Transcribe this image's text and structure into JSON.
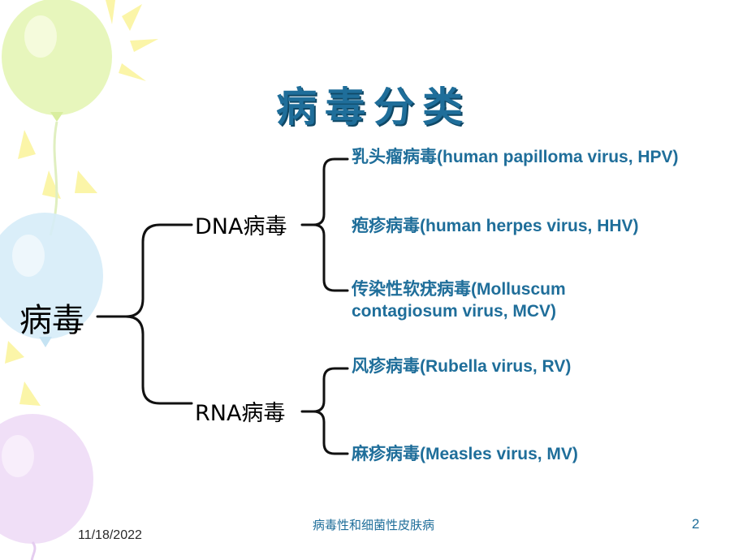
{
  "title": "病毒分类",
  "root": "病毒",
  "branches": [
    {
      "label": "DNA病毒",
      "leaves": [
        [
          "乳头瘤病毒(human papilloma virus, HPV)"
        ],
        [
          "疱疹病毒(human herpes virus, HHV)"
        ],
        [
          "传染性软疣病毒(Molluscum",
          "contagiosum virus, MCV)"
        ]
      ]
    },
    {
      "label": "RNA病毒",
      "leaves": [
        [
          "风疹病毒(Rubella virus, RV)"
        ],
        [
          "麻疹病毒(Measles virus, MV)"
        ]
      ]
    }
  ],
  "footer": {
    "date": "11/18/2022",
    "center": "病毒性和细菌性皮肤病",
    "page": "2"
  },
  "colors": {
    "title": "#1f6e9a",
    "leaf_text": "#1f6e9a",
    "balloon_green": "#e6f6b8",
    "balloon_blue": "#d6ecf8",
    "balloon_purple": "#eedcf6",
    "ray_yellow": "#fbf5a8"
  }
}
